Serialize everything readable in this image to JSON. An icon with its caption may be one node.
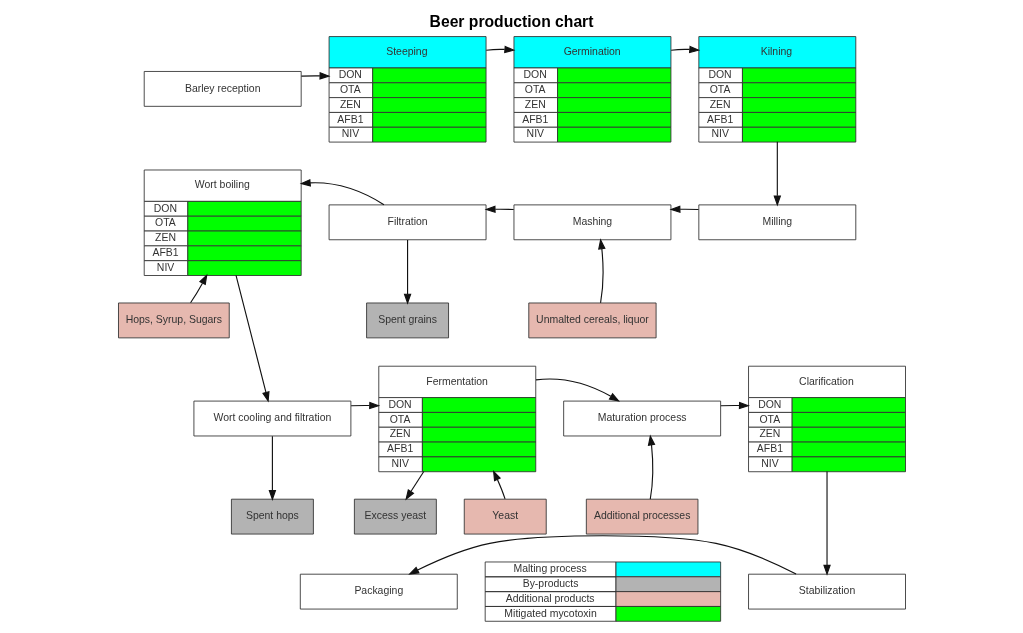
{
  "diagram": {
    "title": "Beer production chart",
    "nodes": [
      {
        "text": [
          "Barley reception"
        ]
      },
      {
        "text": [
          "Steeping",
          "DON",
          "OTA",
          "ZEN",
          "AFB1",
          "NIV"
        ]
      },
      {
        "text": [
          "Germination",
          "DON",
          "OTA",
          "ZEN",
          "AFB1",
          "NIV"
        ]
      },
      {
        "text": [
          "Kilning",
          "DON",
          "OTA",
          "ZEN",
          "AFB1",
          "NIV"
        ]
      },
      {
        "text": [
          "Wort boiling",
          "DON",
          "OTA",
          "ZEN",
          "AFB1",
          "NIV"
        ]
      },
      {
        "text": [
          "Filtration"
        ]
      },
      {
        "text": [
          "Mashing"
        ]
      },
      {
        "text": [
          "Milling"
        ]
      },
      {
        "text": [
          "Spent grains"
        ]
      },
      {
        "text": [
          "Unmalted cereals, liquor"
        ]
      },
      {
        "text": [
          "Hops, Syrup, Sugars"
        ]
      },
      {
        "text": [
          "Wort cooling and filtration"
        ]
      },
      {
        "text": [
          "Fermentation",
          "DON",
          "OTA",
          "ZEN",
          "AFB1",
          "NIV"
        ]
      },
      {
        "text": [
          "Maturation process"
        ]
      },
      {
        "text": [
          "Clarification",
          "DON",
          "OTA",
          "ZEN",
          "AFB1",
          "NIV"
        ]
      },
      {
        "text": [
          "Spent hops"
        ]
      },
      {
        "text": [
          "Yeast"
        ]
      },
      {
        "text": [
          "Excess yeast"
        ]
      },
      {
        "text": [
          "Additional processes"
        ]
      },
      {
        "text": [
          "Packaging"
        ]
      },
      {
        "text": [
          "Stabilization"
        ]
      }
    ],
    "edges": [
      {
        "from": 0,
        "to": 1,
        "arrow": "to"
      },
      {
        "from": 1,
        "to": 2,
        "arrow": "to"
      },
      {
        "from": 2,
        "to": 3,
        "arrow": "to"
      },
      {
        "from": 3,
        "to": 7,
        "arrow": "to"
      },
      {
        "from": 7,
        "to": 6,
        "arrow": "to"
      },
      {
        "from": 6,
        "to": 5,
        "arrow": "to"
      },
      {
        "from": 5,
        "to": 4,
        "arrow": "to"
      },
      {
        "from": 5,
        "to": 8,
        "arrow": "to"
      },
      {
        "from": 9,
        "to": 6,
        "arrow": "to"
      },
      {
        "from": 10,
        "to": 4,
        "arrow": "to"
      },
      {
        "from": 4,
        "to": 11,
        "arrow": "to"
      },
      {
        "from": 11,
        "to": 12,
        "arrow": "to"
      },
      {
        "from": 11,
        "to": 15,
        "arrow": "to"
      },
      {
        "from": 16,
        "to": 12,
        "arrow": "to"
      },
      {
        "from": 12,
        "to": 13,
        "arrow": "to"
      },
      {
        "from": 12,
        "to": 17,
        "arrow": "to"
      },
      {
        "from": 18,
        "to": 13,
        "arrow": "to"
      },
      {
        "from": 13,
        "to": 14,
        "arrow": "to"
      },
      {
        "from": 14,
        "to": 20,
        "arrow": "to"
      },
      {
        "from": 20,
        "to": 19,
        "arrow": "to"
      }
    ],
    "legend": [
      {
        "text": "Malting process",
        "color": "#00ffff"
      },
      {
        "text": "By-products",
        "color": "#b3b3b3"
      },
      {
        "text": "Additional products",
        "color": "#e6b8af"
      },
      {
        "text": "Mitigated mycotoxin",
        "color": "#00ff00"
      }
    ]
  }
}
